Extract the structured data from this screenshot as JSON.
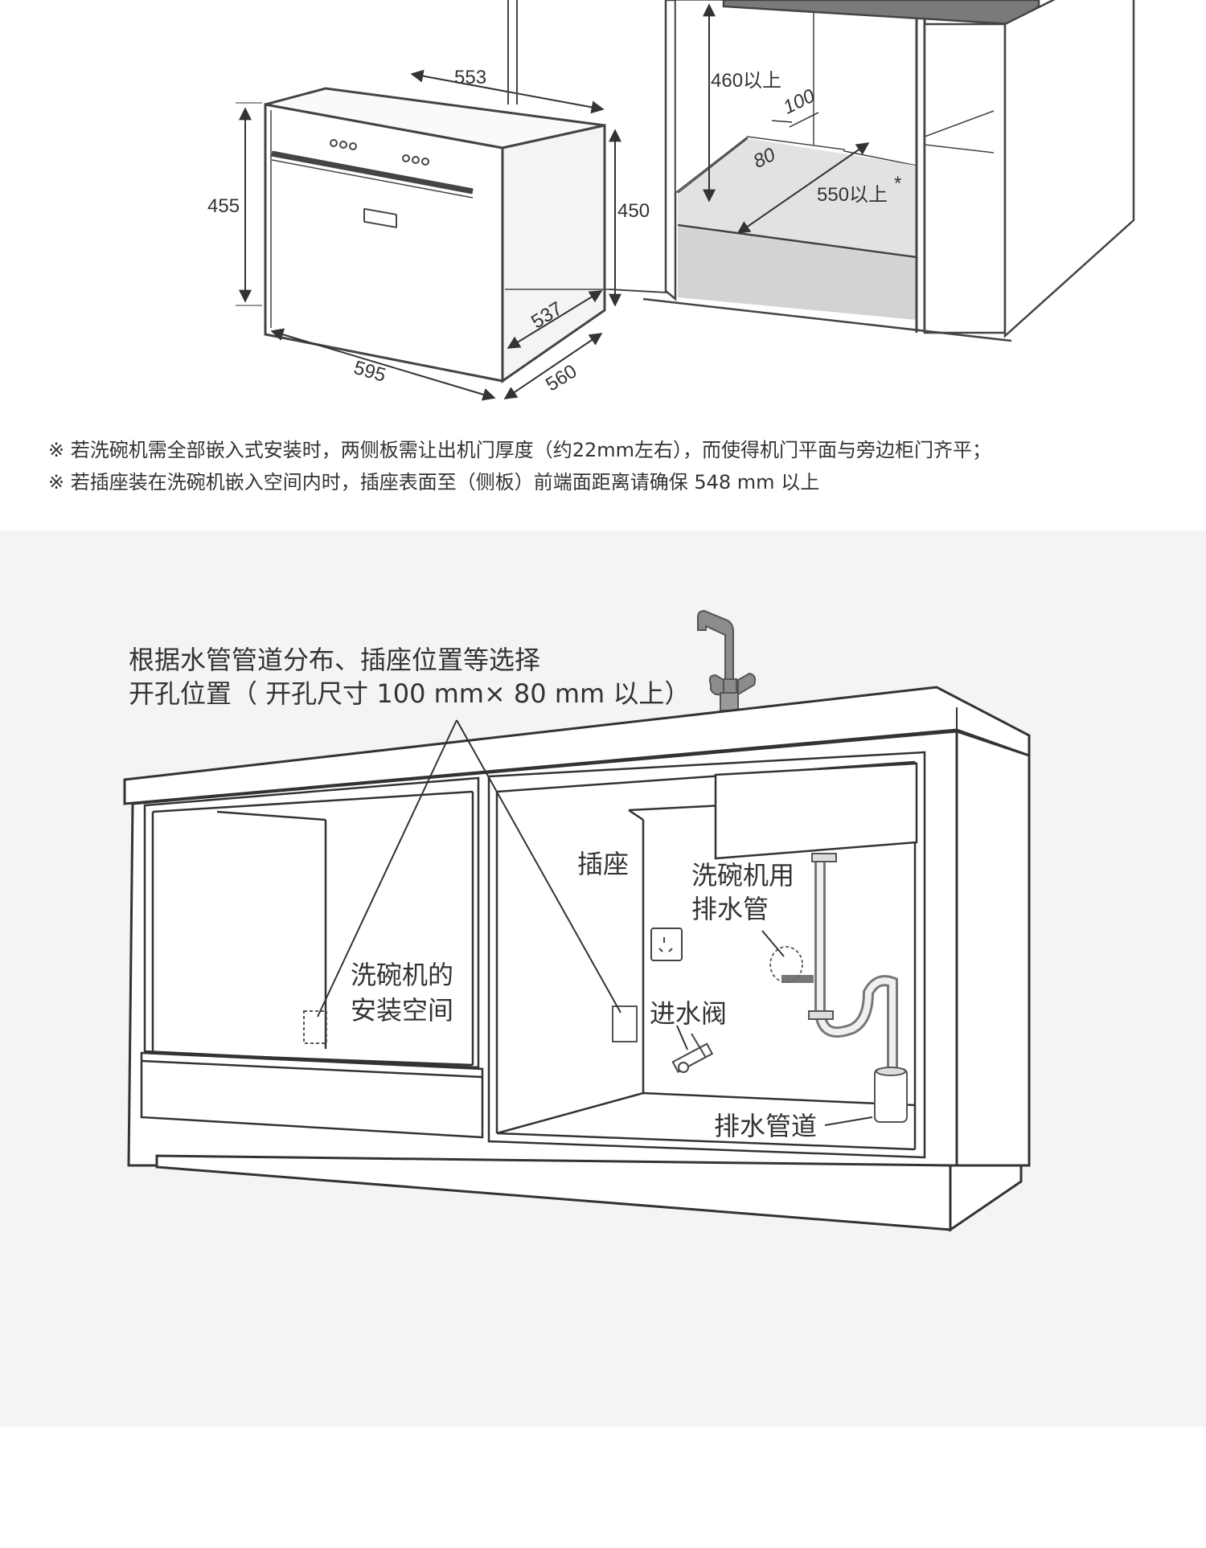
{
  "top_diagram": {
    "dim_depth_top": "553",
    "dim_height_left": "455",
    "dim_height_right": "450",
    "dim_width_bottom": "595",
    "dim_depth_inner": "537",
    "dim_depth_outer": "560",
    "niche_height": "460以上",
    "niche_hole_w": "100",
    "niche_hole_h": "80",
    "niche_depth": "550以上",
    "niche_depth_mark": "*"
  },
  "notes": [
    "※ 若洗碗机需全部嵌入式安装时，两侧板需让出机门厚度（约22mm左右），而使得机门平面与旁边柜门齐平；",
    "※ 若插座装在洗碗机嵌入空间内时，插座表面至（侧板）前端面距离请确保 548 mm 以上"
  ],
  "bottom_diagram": {
    "instruction_line1": "根据水管管道分布、插座位置等选择",
    "instruction_line2": "开孔位置（ 开孔尺寸 100 mm× 80 mm 以上）",
    "label_install_space_1": "洗碗机的",
    "label_install_space_2": "安装空间",
    "label_socket": "插座",
    "label_drain_hose_1": "洗碗机用",
    "label_drain_hose_2": "排水管",
    "label_inlet_valve": "进水阀",
    "label_drain_pipe": "排水管道"
  },
  "colors": {
    "line": "#444444",
    "shade": "#d9d9d9",
    "counter": "#7a7a7a",
    "panel_bg": "#f4f4f4"
  }
}
